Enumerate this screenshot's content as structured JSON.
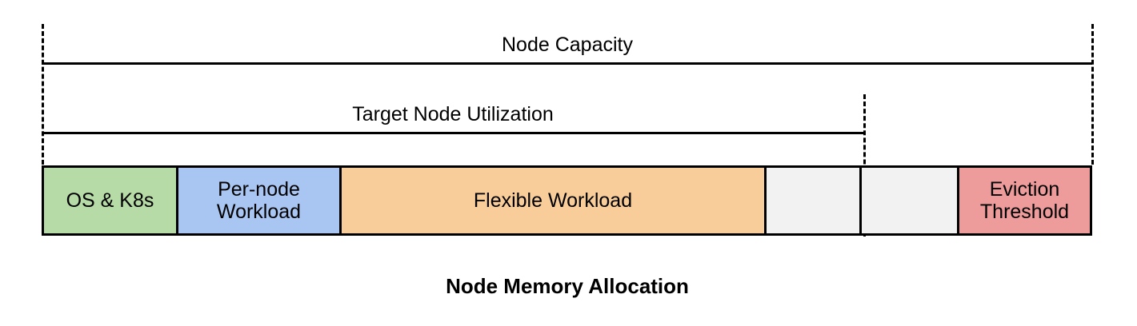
{
  "diagram": {
    "caption": "Node Memory Allocation",
    "spans": [
      {
        "id": "capacity",
        "label": "Node Capacity"
      },
      {
        "id": "target",
        "label": "Target Node Utilization"
      }
    ],
    "segments": [
      {
        "id": "os",
        "label": "OS & K8s",
        "color": "#b6dba6"
      },
      {
        "id": "pernode",
        "label": "Per-node\nWorkload",
        "color": "#a9c6f2"
      },
      {
        "id": "flexible",
        "label": "Flexible Workload",
        "color": "#f8cd9a"
      },
      {
        "id": "headroom-a",
        "label": "",
        "color": "#f2f2f2"
      },
      {
        "id": "headroom-b",
        "label": "",
        "color": "#f2f2f2"
      },
      {
        "id": "eviction",
        "label": "Eviction\nThreshold",
        "color": "#ed9b9b"
      }
    ],
    "colors": {
      "stroke": "#000000",
      "background": "#ffffff"
    }
  }
}
